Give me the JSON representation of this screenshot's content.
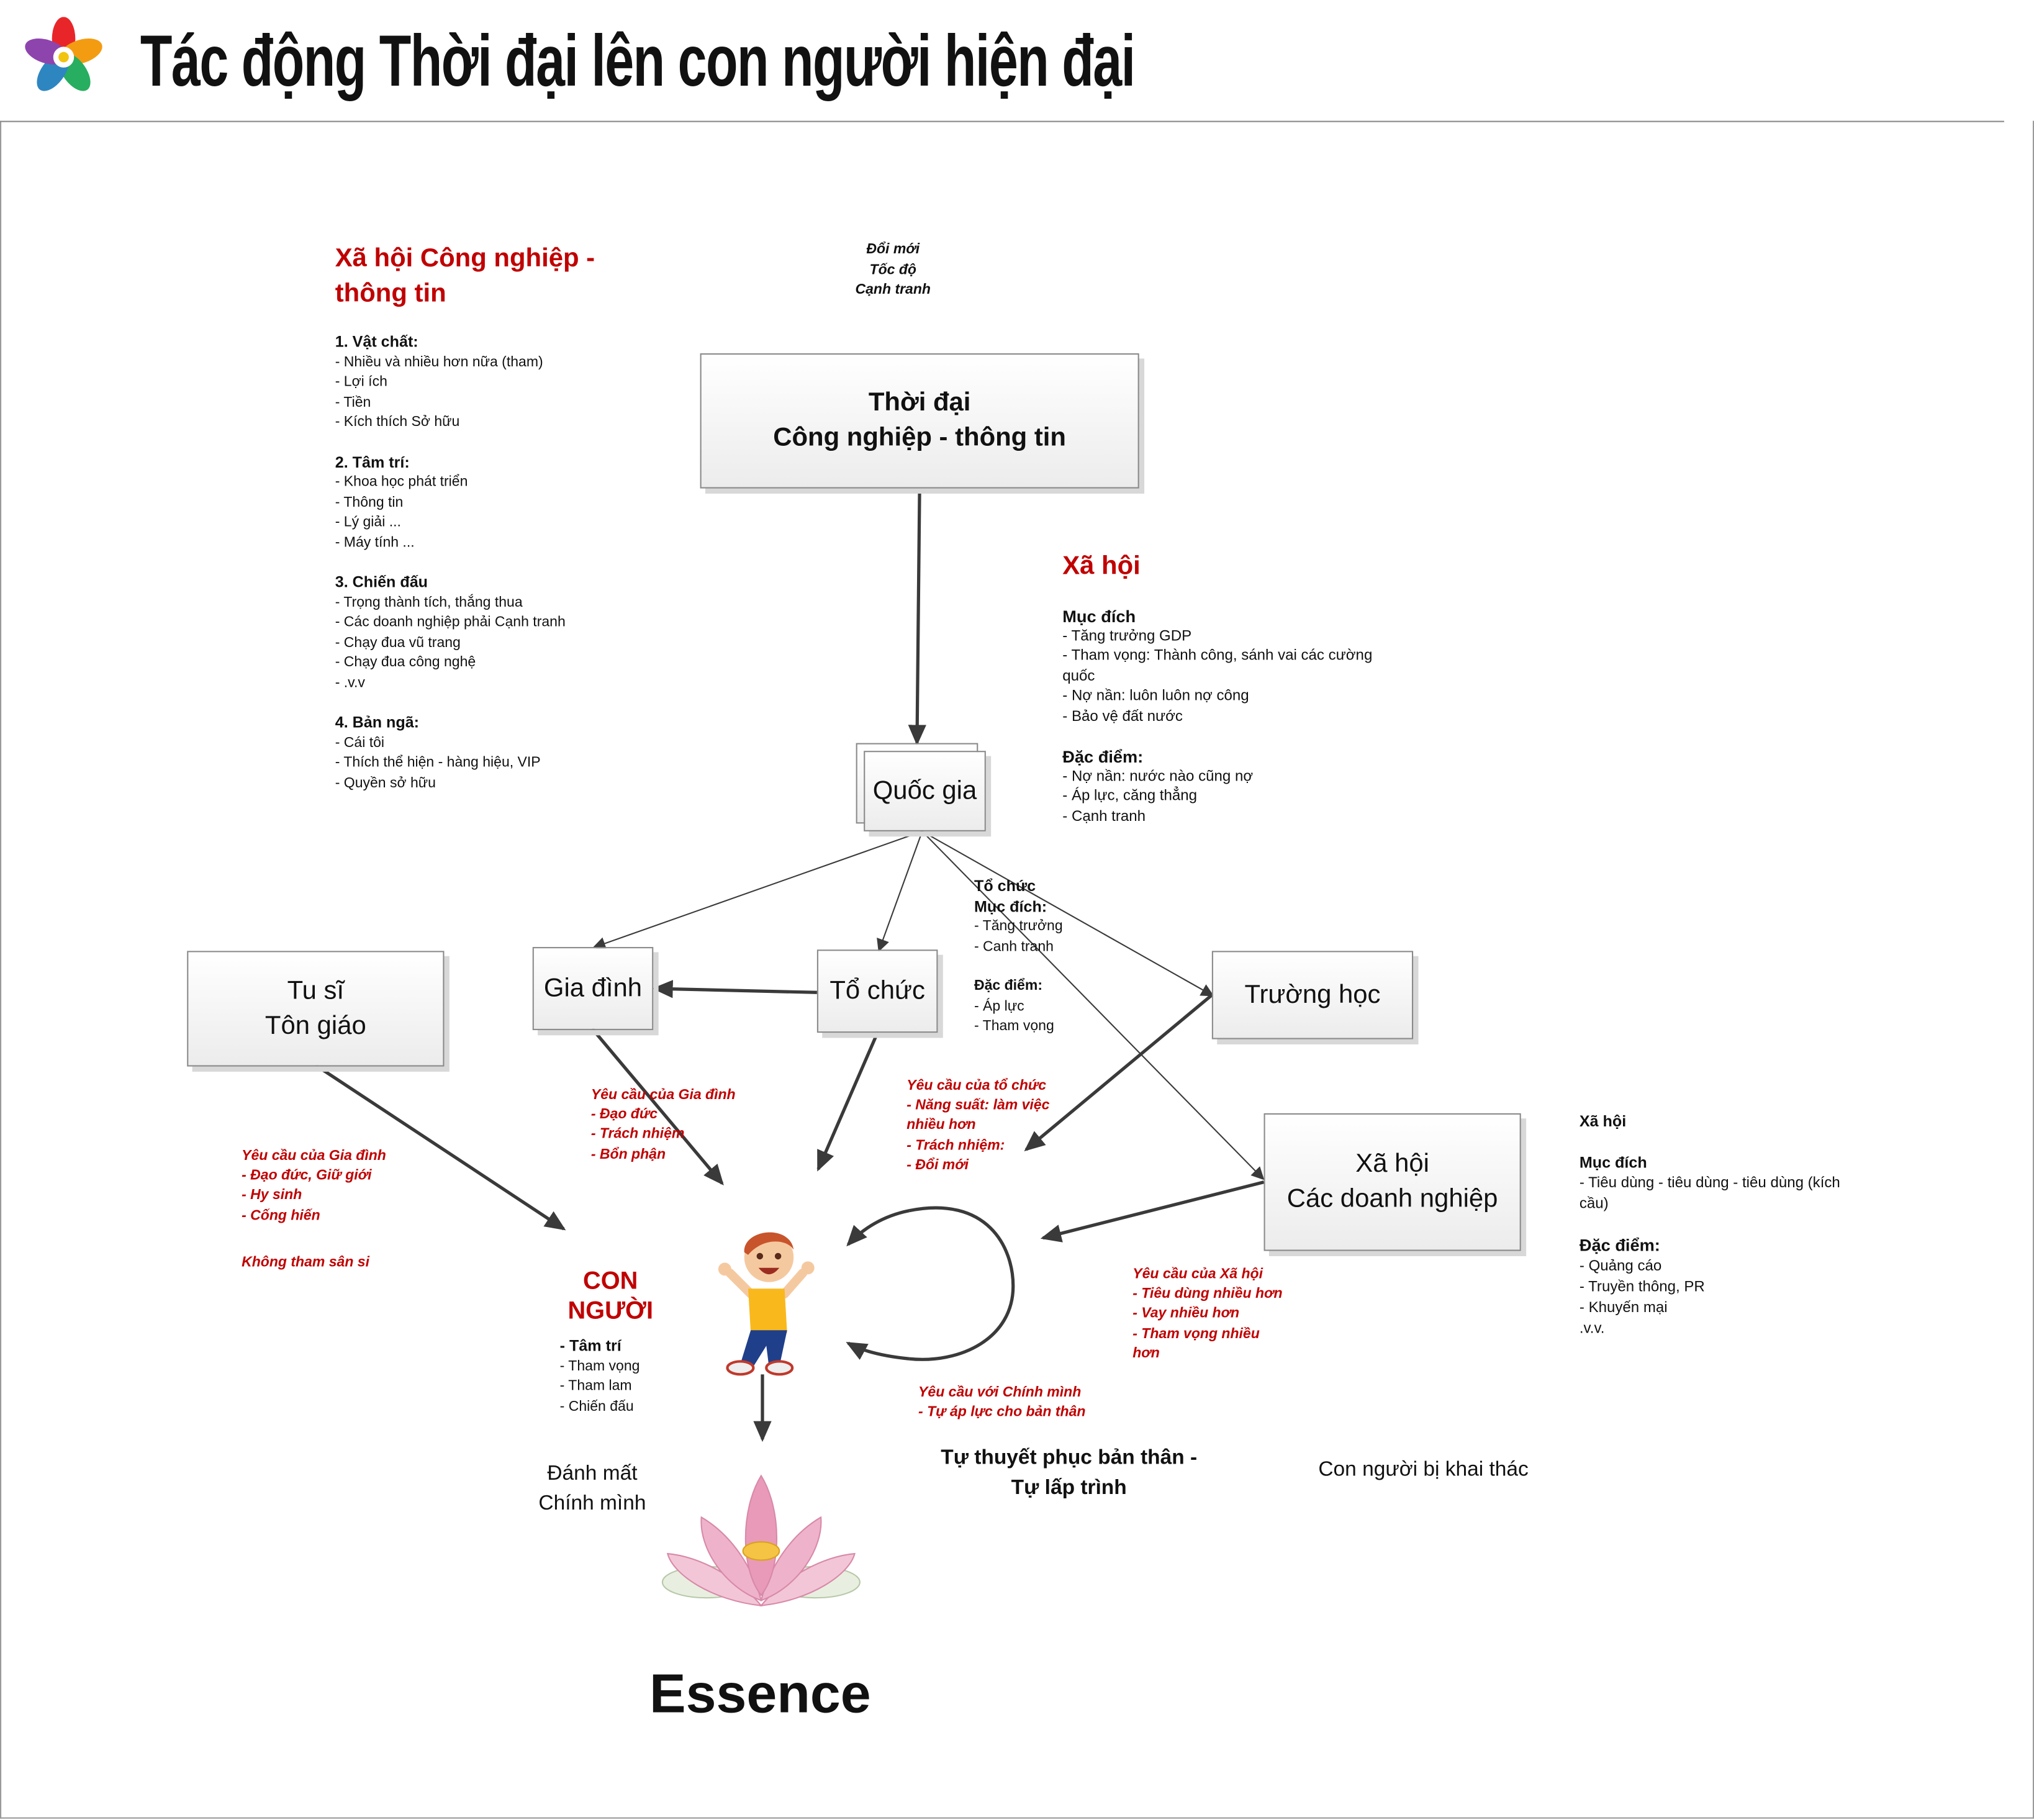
{
  "header": {
    "title": "Tác động Thời đại lên con người hiện đại",
    "logo_icon": "flower-logo-icon"
  },
  "left_panel": {
    "heading": "Xã hội Công nghiệp - thông tin",
    "sections": [
      {
        "title": "1. Vật chất:",
        "items": [
          "- Nhiều và nhiều hơn nữa (tham)",
          "- Lợi ích",
          "- Tiền",
          "- Kích thích Sở hữu"
        ]
      },
      {
        "title": "2. Tâm trí:",
        "items": [
          "- Khoa học phát triển",
          "- Thông tin",
          "- Lý giải ...",
          "- Máy tính ..."
        ]
      },
      {
        "title": "3. Chiến đấu",
        "items": [
          "- Trọng thành tích, thắng thua",
          "- Các doanh nghiệp phải Cạnh tranh",
          "- Chạy đua vũ trang",
          "- Chạy đua công nghệ",
          "- .v.v"
        ]
      },
      {
        "title": "4. Bản ngã:",
        "items": [
          "- Cái tôi",
          "- Thích thể hiện - hàng hiệu, VIP",
          "- Quyền sở hữu"
        ]
      }
    ]
  },
  "era_keywords": [
    "Đổi mới",
    "Tốc độ",
    "Cạnh tranh"
  ],
  "nodes": {
    "thoi_dai": [
      "Thời đại",
      "Công nghiệp - thông tin"
    ],
    "quoc_gia": "Quốc gia",
    "gia_dinh": "Gia đình",
    "to_chuc": "Tổ chức",
    "truong_hoc": "Trường học",
    "tu_si": [
      "Tu sĩ",
      "Tôn giáo"
    ],
    "xa_hoi_dn": [
      "Xã hội",
      "Các doanh nghiệp"
    ]
  },
  "society_panel": {
    "heading": "Xã hội",
    "purpose_title": "Mục đích",
    "purpose_items": [
      "- Tăng trưởng GDP",
      "- Tham vọng: Thành công, sánh vai các cường",
      "quốc",
      "- Nợ nần: luôn luôn nợ công",
      "- Bảo vệ đất nước"
    ],
    "traits_title": "Đặc điểm:",
    "traits_items": [
      "- Nợ nần: nước nào cũng nợ",
      "- Áp lực, căng thẳng",
      "- Cạnh tranh"
    ]
  },
  "org_panel": {
    "heading": "Tổ chức",
    "purpose_title": "Mục đích:",
    "purpose_items": [
      "- Tăng trưởng",
      "- Canh tranh"
    ],
    "traits_title": "Đặc điểm:",
    "traits_items": [
      "- Áp lực",
      "- Tham vọng"
    ]
  },
  "business_panel": {
    "heading": "Xã hội",
    "purpose_title": "Mục đích",
    "purpose_items": [
      "- Tiêu dùng - tiêu dùng - tiêu dùng (kích",
      "cầu)"
    ],
    "traits_title": "Đặc điểm:",
    "traits_items": [
      "- Quảng cáo",
      "- Truyền thông, PR",
      "- Khuyến mại",
      ".v.v."
    ]
  },
  "requirements": {
    "family": [
      "Yêu cầu của Gia đình",
      "- Đạo đức",
      "- Trách nhiệm",
      "- Bổn phận"
    ],
    "religion": [
      "Yêu cầu của Gia đình",
      "- Đạo đức, Giữ giới",
      "- Hy sinh",
      "- Cống hiến"
    ],
    "religion_note": "Không tham sân si",
    "organization": [
      "Yêu cầu của tổ chức",
      "- Năng suất: làm việc",
      "nhiều hơn",
      "- Trách nhiệm:",
      "- Đổi mới"
    ],
    "society": [
      "Yêu cầu của Xã hội",
      "- Tiêu dùng nhiều hơn",
      "- Vay nhiều hơn",
      "- Tham vọng nhiều",
      "hơn"
    ],
    "self": [
      "Yêu cầu với Chính mình",
      "- Tự áp lực cho bản thân"
    ]
  },
  "human": {
    "title_line1": "CON",
    "title_line2": "NGƯỜI",
    "mind_title": "- Tâm trí",
    "mind_items": [
      "- Tham vọng",
      "- Tham lam",
      "- Chiến đấu"
    ]
  },
  "outcomes": {
    "lose_self": [
      "Đánh mất",
      "Chính mình"
    ],
    "self_persuade": [
      "Tự thuyết phục bản thân -",
      "Tự lấp trình"
    ],
    "exploited": "Con người bị khai thác",
    "essence": "Essence"
  },
  "colors": {
    "accent_red": "#c00000",
    "arrow": "#3a3a3a",
    "box_border": "#8a8a8a"
  }
}
